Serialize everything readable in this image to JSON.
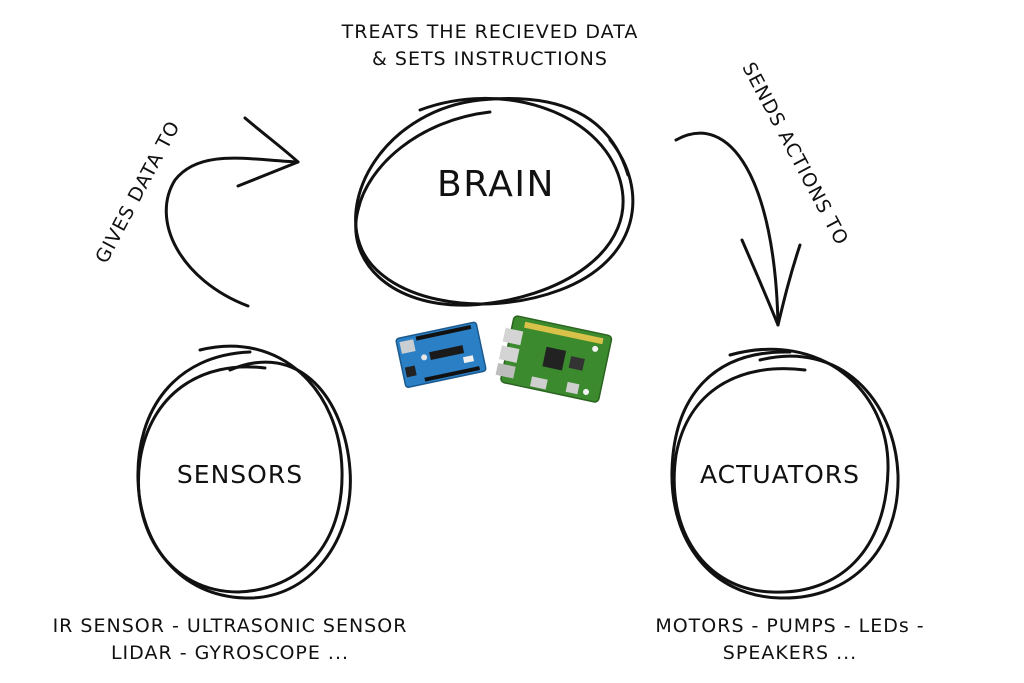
{
  "brain": {
    "label": "BRAIN",
    "caption_line1": "TREATS THE RECIEVED DATA",
    "caption_line2": "& SETS INSTRUCTIONS"
  },
  "sensors": {
    "label": "SENSORS",
    "caption_line1": "IR SENSOR - ULTRASONIC SENSOR",
    "caption_line2": "LIDAR - GYROSCOPE ..."
  },
  "actuators": {
    "label": "ACTUATORS",
    "caption_line1": "MOTORS - PUMPS - LEDs -",
    "caption_line2": "SPEAKERS ..."
  },
  "arrows": {
    "sensors_to_brain": "GIVES DATA TO",
    "brain_to_actuators": "SENDS ACTIONS TO"
  },
  "boards": {
    "left_icon": "microcontroller-board-icon",
    "right_icon": "single-board-computer-icon"
  },
  "colors": {
    "ink": "#111111",
    "arduino_blue": "#2b7fc4",
    "pi_green": "#3c8a2e"
  }
}
